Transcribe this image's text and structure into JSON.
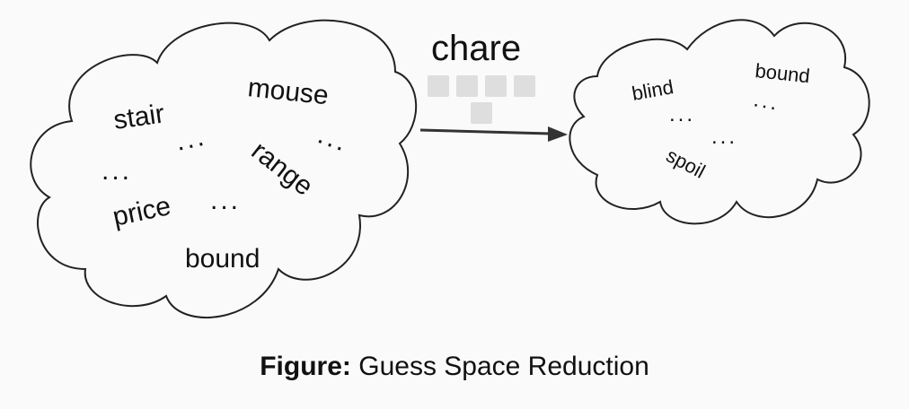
{
  "left_cloud": {
    "words": [
      "stair",
      "mouse",
      "range",
      "price",
      "bound"
    ],
    "ellipsis": "..."
  },
  "guess": {
    "word": "chare",
    "tiles_row1": 4,
    "tiles_row2": 1
  },
  "right_cloud": {
    "words": [
      "blind",
      "bound",
      "spoil"
    ],
    "ellipsis": "..."
  },
  "caption": {
    "label": "Figure:",
    "text": "Guess Space Reduction"
  },
  "colors": {
    "tile": "#dedede",
    "stroke": "#222222",
    "background": "#fafafa"
  }
}
